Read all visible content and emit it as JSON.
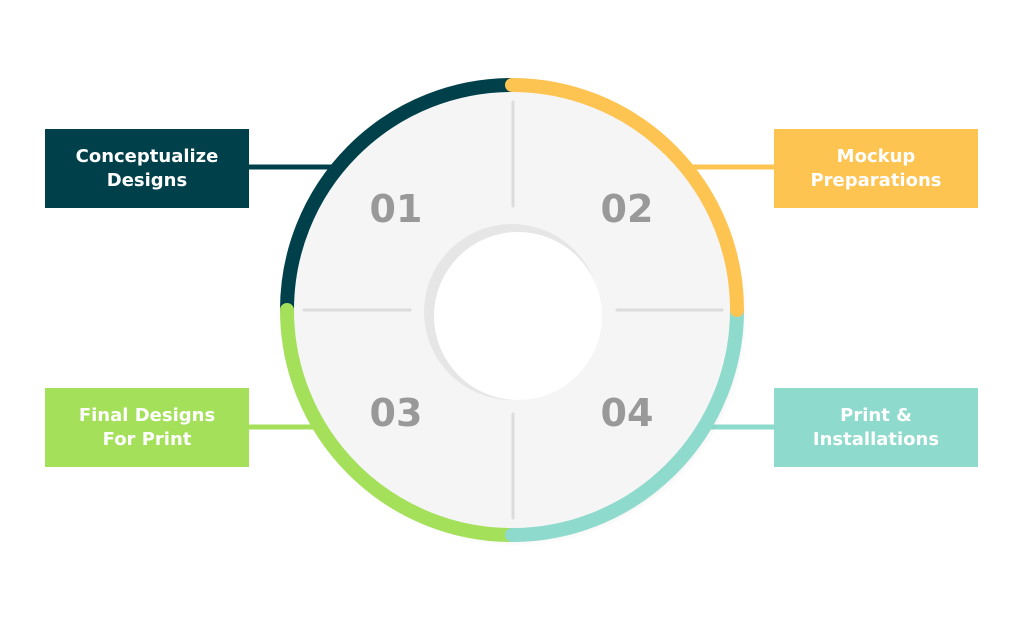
{
  "colors": {
    "step1": "#00404a",
    "step2": "#fdc452",
    "step3": "#a4e05a",
    "step4": "#8edacc",
    "disc": "#f5f5f6",
    "number": "#999999"
  },
  "steps": [
    {
      "number": "01",
      "label_line1": "Conceptualize",
      "label_line2": "Designs"
    },
    {
      "number": "02",
      "label_line1": "Mockup",
      "label_line2": "Preparations"
    },
    {
      "number": "03",
      "label_line1": "Final Designs",
      "label_line2": "For Print"
    },
    {
      "number": "04",
      "label_line1": "Print &",
      "label_line2": "Installations"
    }
  ]
}
